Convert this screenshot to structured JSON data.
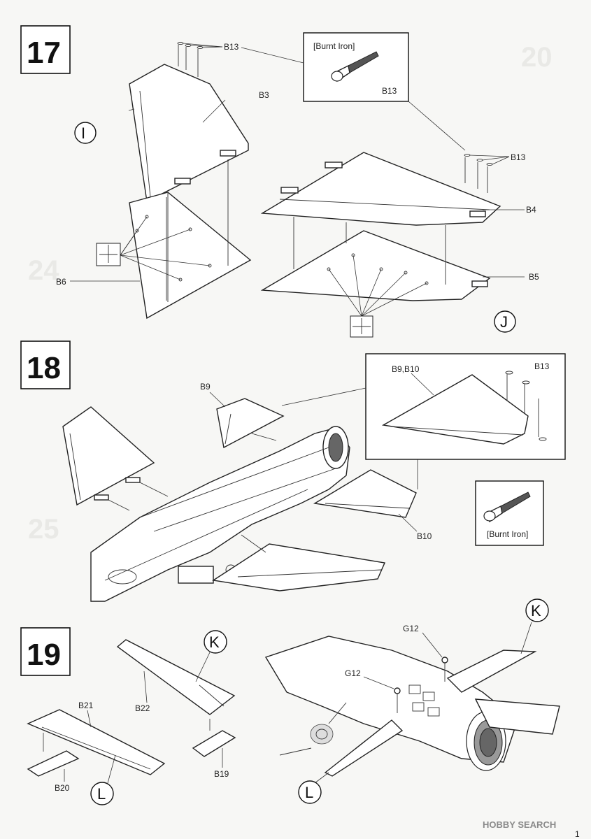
{
  "steps": [
    {
      "number": "17",
      "markers": [
        "I",
        "J"
      ]
    },
    {
      "number": "18"
    },
    {
      "number": "19",
      "markers": [
        "K",
        "L"
      ]
    }
  ],
  "callouts": {
    "step17_burnt_iron": {
      "title": "[Burnt Iron]",
      "part": "B13"
    },
    "step18_detail": {
      "parts": "B9,B10",
      "pins": "B13"
    },
    "step18_burnt_iron": {
      "title": "[Burnt Iron]"
    }
  },
  "parts": {
    "s17": {
      "pins_top": "B13",
      "pins_right": "B13",
      "upper_left": "B3",
      "lower_left": "B6",
      "upper_right": "B4",
      "lower_right": "B5"
    },
    "s18": {
      "left_fin": "B9",
      "right_fin": "B10"
    },
    "s19": {
      "b21": "B21",
      "b22": "B22",
      "b20": "B20",
      "b19": "B19",
      "g12_upper": "G12",
      "g12_lower": "G12"
    }
  },
  "background_numbers": [
    "20",
    "24",
    "25"
  ],
  "watermark": "HOBBY SEARCH",
  "page_number": "1"
}
